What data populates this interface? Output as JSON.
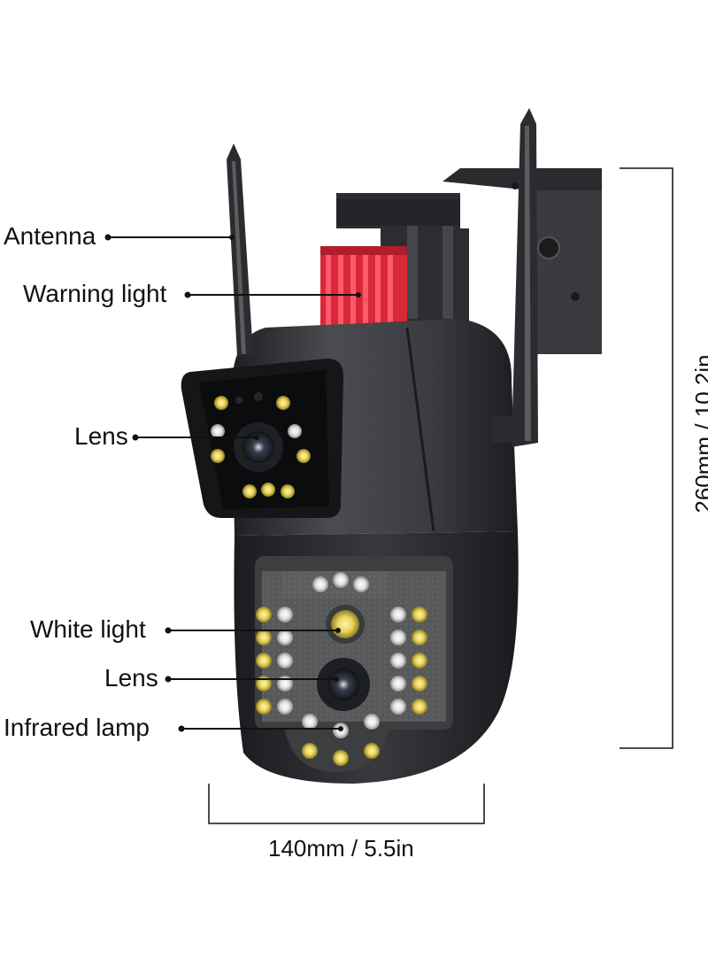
{
  "labels": {
    "antenna": "Antenna",
    "warning_light": "Warning light",
    "lens_top": "Lens",
    "white_light": "White light",
    "lens_bottom": "Lens",
    "infrared_lamp": "Infrared lamp"
  },
  "dimensions": {
    "width": "140mm / 5.5in",
    "height": "260mm / 10.2in"
  },
  "colors": {
    "background": "#ffffff",
    "body": "#2f3033",
    "warning_light": "#d8283a",
    "led_yellow": "#e7d25a",
    "led_white": "#e9e9e9"
  }
}
